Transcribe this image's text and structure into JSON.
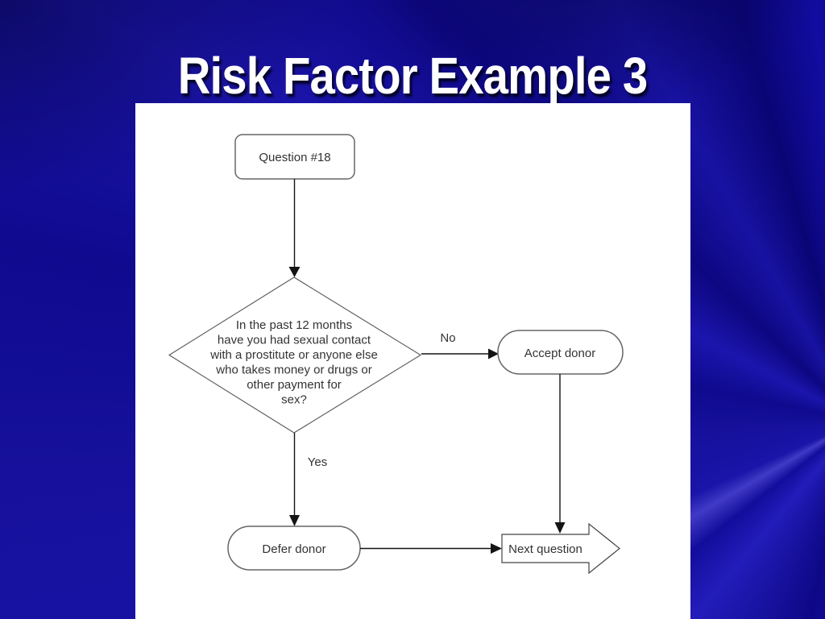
{
  "slide": {
    "title": "Risk Factor Example 3"
  },
  "flowchart": {
    "question_node": "Question #18",
    "decision_lines": [
      "In the past 12 months",
      "have you had sexual contact",
      "with a prostitute or anyone else",
      "who takes money or drugs or",
      "other payment for",
      "sex?"
    ],
    "no_label": "No",
    "yes_label": "Yes",
    "accept_node": "Accept donor",
    "defer_node": "Defer donor",
    "next_node": "Next question"
  },
  "colors": {
    "slide_background": "#140da2",
    "title_text": "#ffffff",
    "canvas_background": "#ffffff",
    "shape_border": "#666666",
    "connector": "#141414",
    "node_text": "#333333"
  }
}
